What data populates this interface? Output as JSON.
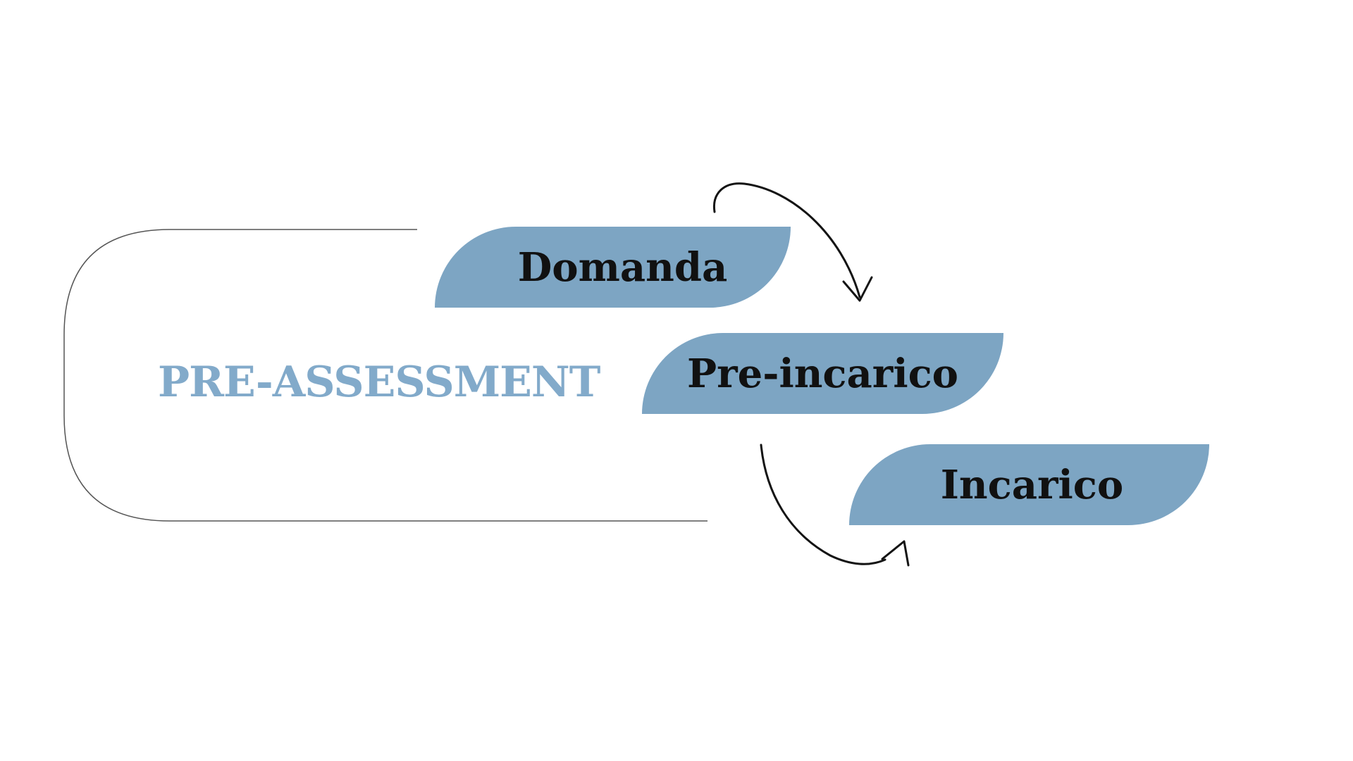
{
  "diagram": {
    "heading": {
      "label": "PRE-ASSESSMENT"
    },
    "steps": [
      {
        "label": "Domanda"
      },
      {
        "label": "Pre-incarico"
      },
      {
        "label": "Incarico"
      }
    ],
    "arrows": [
      {
        "name": "arrow-domanda-to-pre-incarico",
        "direction": "curves right then down"
      },
      {
        "name": "arrow-pre-incarico-to-incarico",
        "direction": "curves down then up-right"
      }
    ]
  },
  "colors": {
    "background": "#ffffff",
    "heading-color": "#82aaca",
    "tab-fill": "#7da5c3",
    "tab-text": "#111111",
    "outline-stroke": "#555555",
    "arrow-stroke": "#141414"
  }
}
